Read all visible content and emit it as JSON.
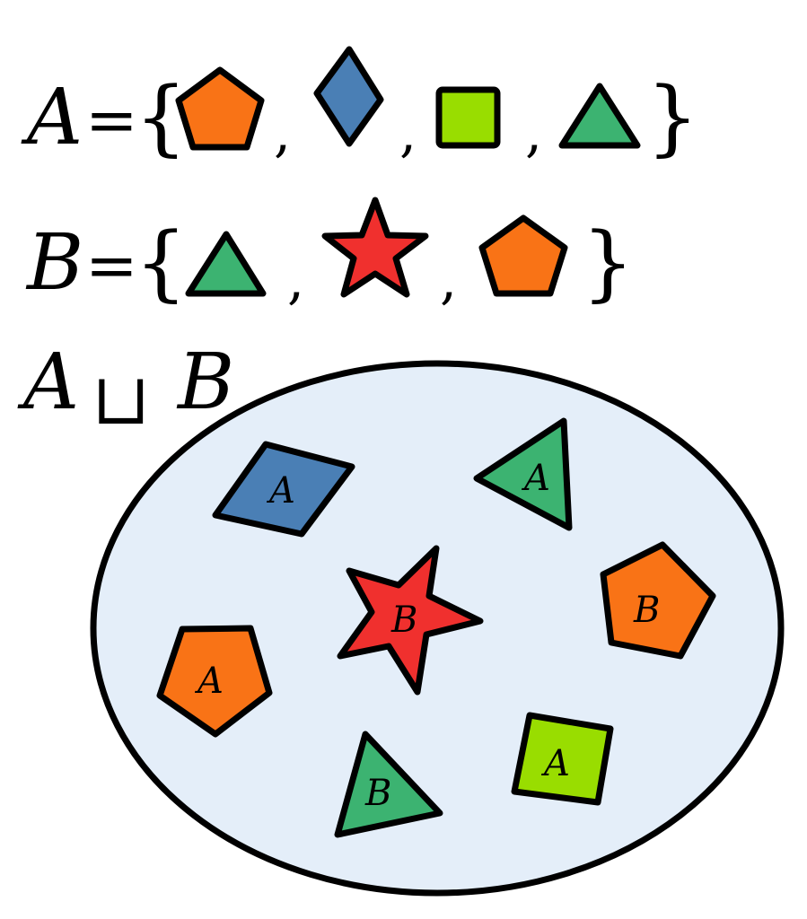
{
  "set_a": {
    "name": "A",
    "equals": "=",
    "open_brace": "{",
    "close_brace": "}",
    "separator": ",",
    "elements": [
      "pentagon-icon",
      "diamond-icon",
      "square-icon",
      "triangle-icon"
    ]
  },
  "set_b": {
    "name": "B",
    "equals": "=",
    "open_brace": "{",
    "close_brace": "}",
    "separator": ",",
    "elements": [
      "triangle-icon",
      "star-icon",
      "pentagon-icon"
    ]
  },
  "union": {
    "left": "A",
    "operator": "⊔",
    "right": "B"
  },
  "colors": {
    "pentagon": "#f97316",
    "diamond": "#4a7fb5",
    "square": "#99dd00",
    "triangle": "#3cb371",
    "star": "#f0302e",
    "ellipse_fill": "#e4eef9"
  },
  "union_items": [
    {
      "shape": "diamond",
      "tag": "A"
    },
    {
      "shape": "triangle",
      "tag": "A"
    },
    {
      "shape": "star",
      "tag": "B"
    },
    {
      "shape": "pentagon",
      "tag": "B"
    },
    {
      "shape": "pentagon",
      "tag": "A"
    },
    {
      "shape": "triangle",
      "tag": "B"
    },
    {
      "shape": "square",
      "tag": "A"
    }
  ]
}
